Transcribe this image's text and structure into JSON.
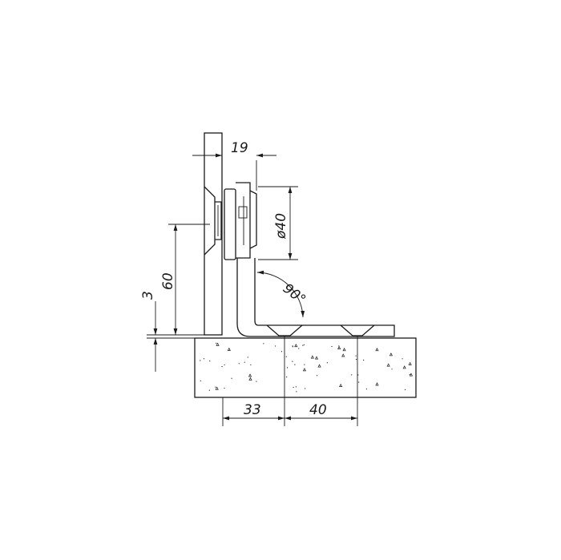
{
  "drawing": {
    "dimensions": {
      "glass_offset": "19",
      "roller_diameter": "ø40",
      "angle": "90°",
      "height": "60",
      "gap": "3",
      "spacing_first": "33",
      "spacing_second": "40"
    },
    "colors": {
      "line": "#1a1a1a",
      "background": "#ffffff"
    }
  }
}
